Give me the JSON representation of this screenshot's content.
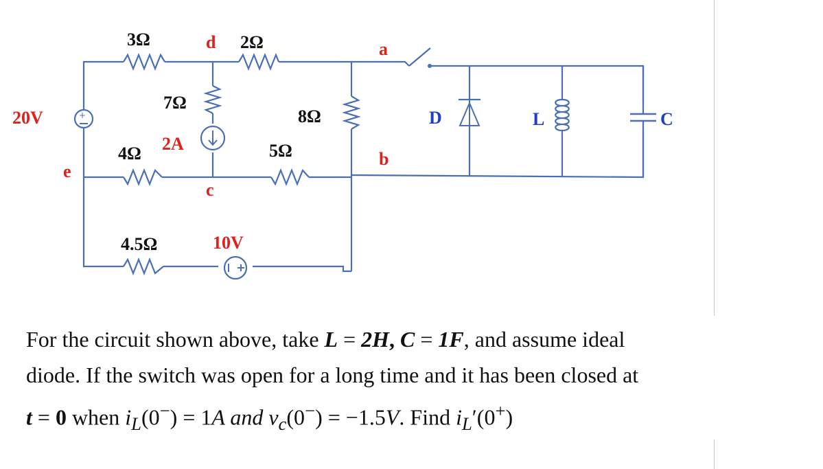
{
  "circuit": {
    "resistors": {
      "r_top_left": "3Ω",
      "r_top_mid": "2Ω",
      "r_vertical_d": "7Ω",
      "r_vertical_8": "8Ω",
      "r_mid_left": "4Ω",
      "r_mid_right": "5Ω",
      "r_bottom": "4.5Ω"
    },
    "sources": {
      "v_left": "20V",
      "i_source": "2A",
      "v_bottom": "10V"
    },
    "nodes": {
      "a": "a",
      "b": "b",
      "c": "c",
      "d": "d",
      "e": "e"
    },
    "elements": {
      "diode": "D",
      "inductor": "L",
      "capacitor": "C"
    }
  },
  "problem": {
    "l1_a": "For the circuit shown above, take ",
    "l1_L": "L",
    "l1_eq1": " = ",
    "l1_2H": "2H",
    "l1_comma": ", ",
    "l1_C": "C",
    "l1_eq2": " = ",
    "l1_1F": "1F",
    "l1_b": ", and assume ideal",
    "l2": "diode. If the switch was open for a long time and it has been closed at",
    "l3_t": "t",
    "l3_eq": " = ",
    "l3_0": "0",
    "l3_when": " when ",
    "l3_iL0": "i",
    "l3_sub_L1": "L",
    "l3_arg1": "(0",
    "l3_sup_minus1": "−",
    "l3_close1": ") = 1",
    "l3_A": "A",
    "l3_and": " and ",
    "l3_v": "v",
    "l3_sub_c": "c",
    "l3_arg2": "(0",
    "l3_sup_minus2": "−",
    "l3_close2": ") = −1.5",
    "l3_V": "V",
    "l3_find": ". Find ",
    "l3_i": "i",
    "l3_sub_L2": "L",
    "l3_prime": "′",
    "l3_arg3": "(0",
    "l3_sup_plus": "+",
    "l3_close3": ")"
  },
  "colors": {
    "wire": "#4a6fb5",
    "label_red": "#e0201b",
    "label_blue": "#1f3fbf",
    "label_black": "#111111"
  }
}
